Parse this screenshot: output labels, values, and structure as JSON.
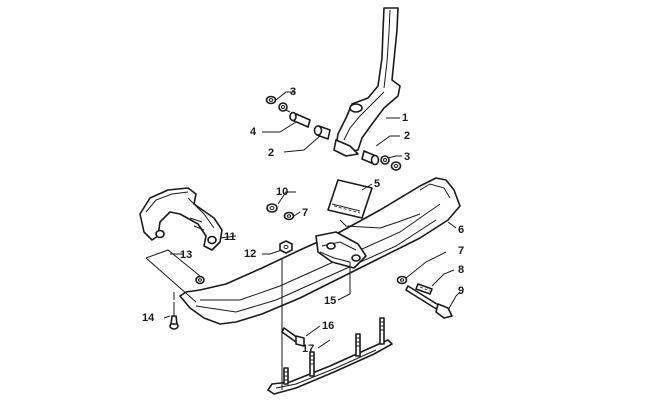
{
  "callouts": [
    {
      "id": "c1",
      "text": "1"
    },
    {
      "id": "c2a",
      "text": "2"
    },
    {
      "id": "c2b",
      "text": "2"
    },
    {
      "id": "c3a",
      "text": "3"
    },
    {
      "id": "c3b",
      "text": "3"
    },
    {
      "id": "c4",
      "text": "4"
    },
    {
      "id": "c5",
      "text": "5"
    },
    {
      "id": "c6",
      "text": "6"
    },
    {
      "id": "c7a",
      "text": "7"
    },
    {
      "id": "c7b",
      "text": "7"
    },
    {
      "id": "c8",
      "text": "8"
    },
    {
      "id": "c9",
      "text": "9"
    },
    {
      "id": "c10",
      "text": "10"
    },
    {
      "id": "c11",
      "text": "11"
    },
    {
      "id": "c12",
      "text": "12"
    },
    {
      "id": "c13",
      "text": "13"
    },
    {
      "id": "c14",
      "text": "14"
    },
    {
      "id": "c15",
      "text": "15"
    },
    {
      "id": "c16",
      "text": "16"
    },
    {
      "id": "c17",
      "text": "17"
    }
  ]
}
